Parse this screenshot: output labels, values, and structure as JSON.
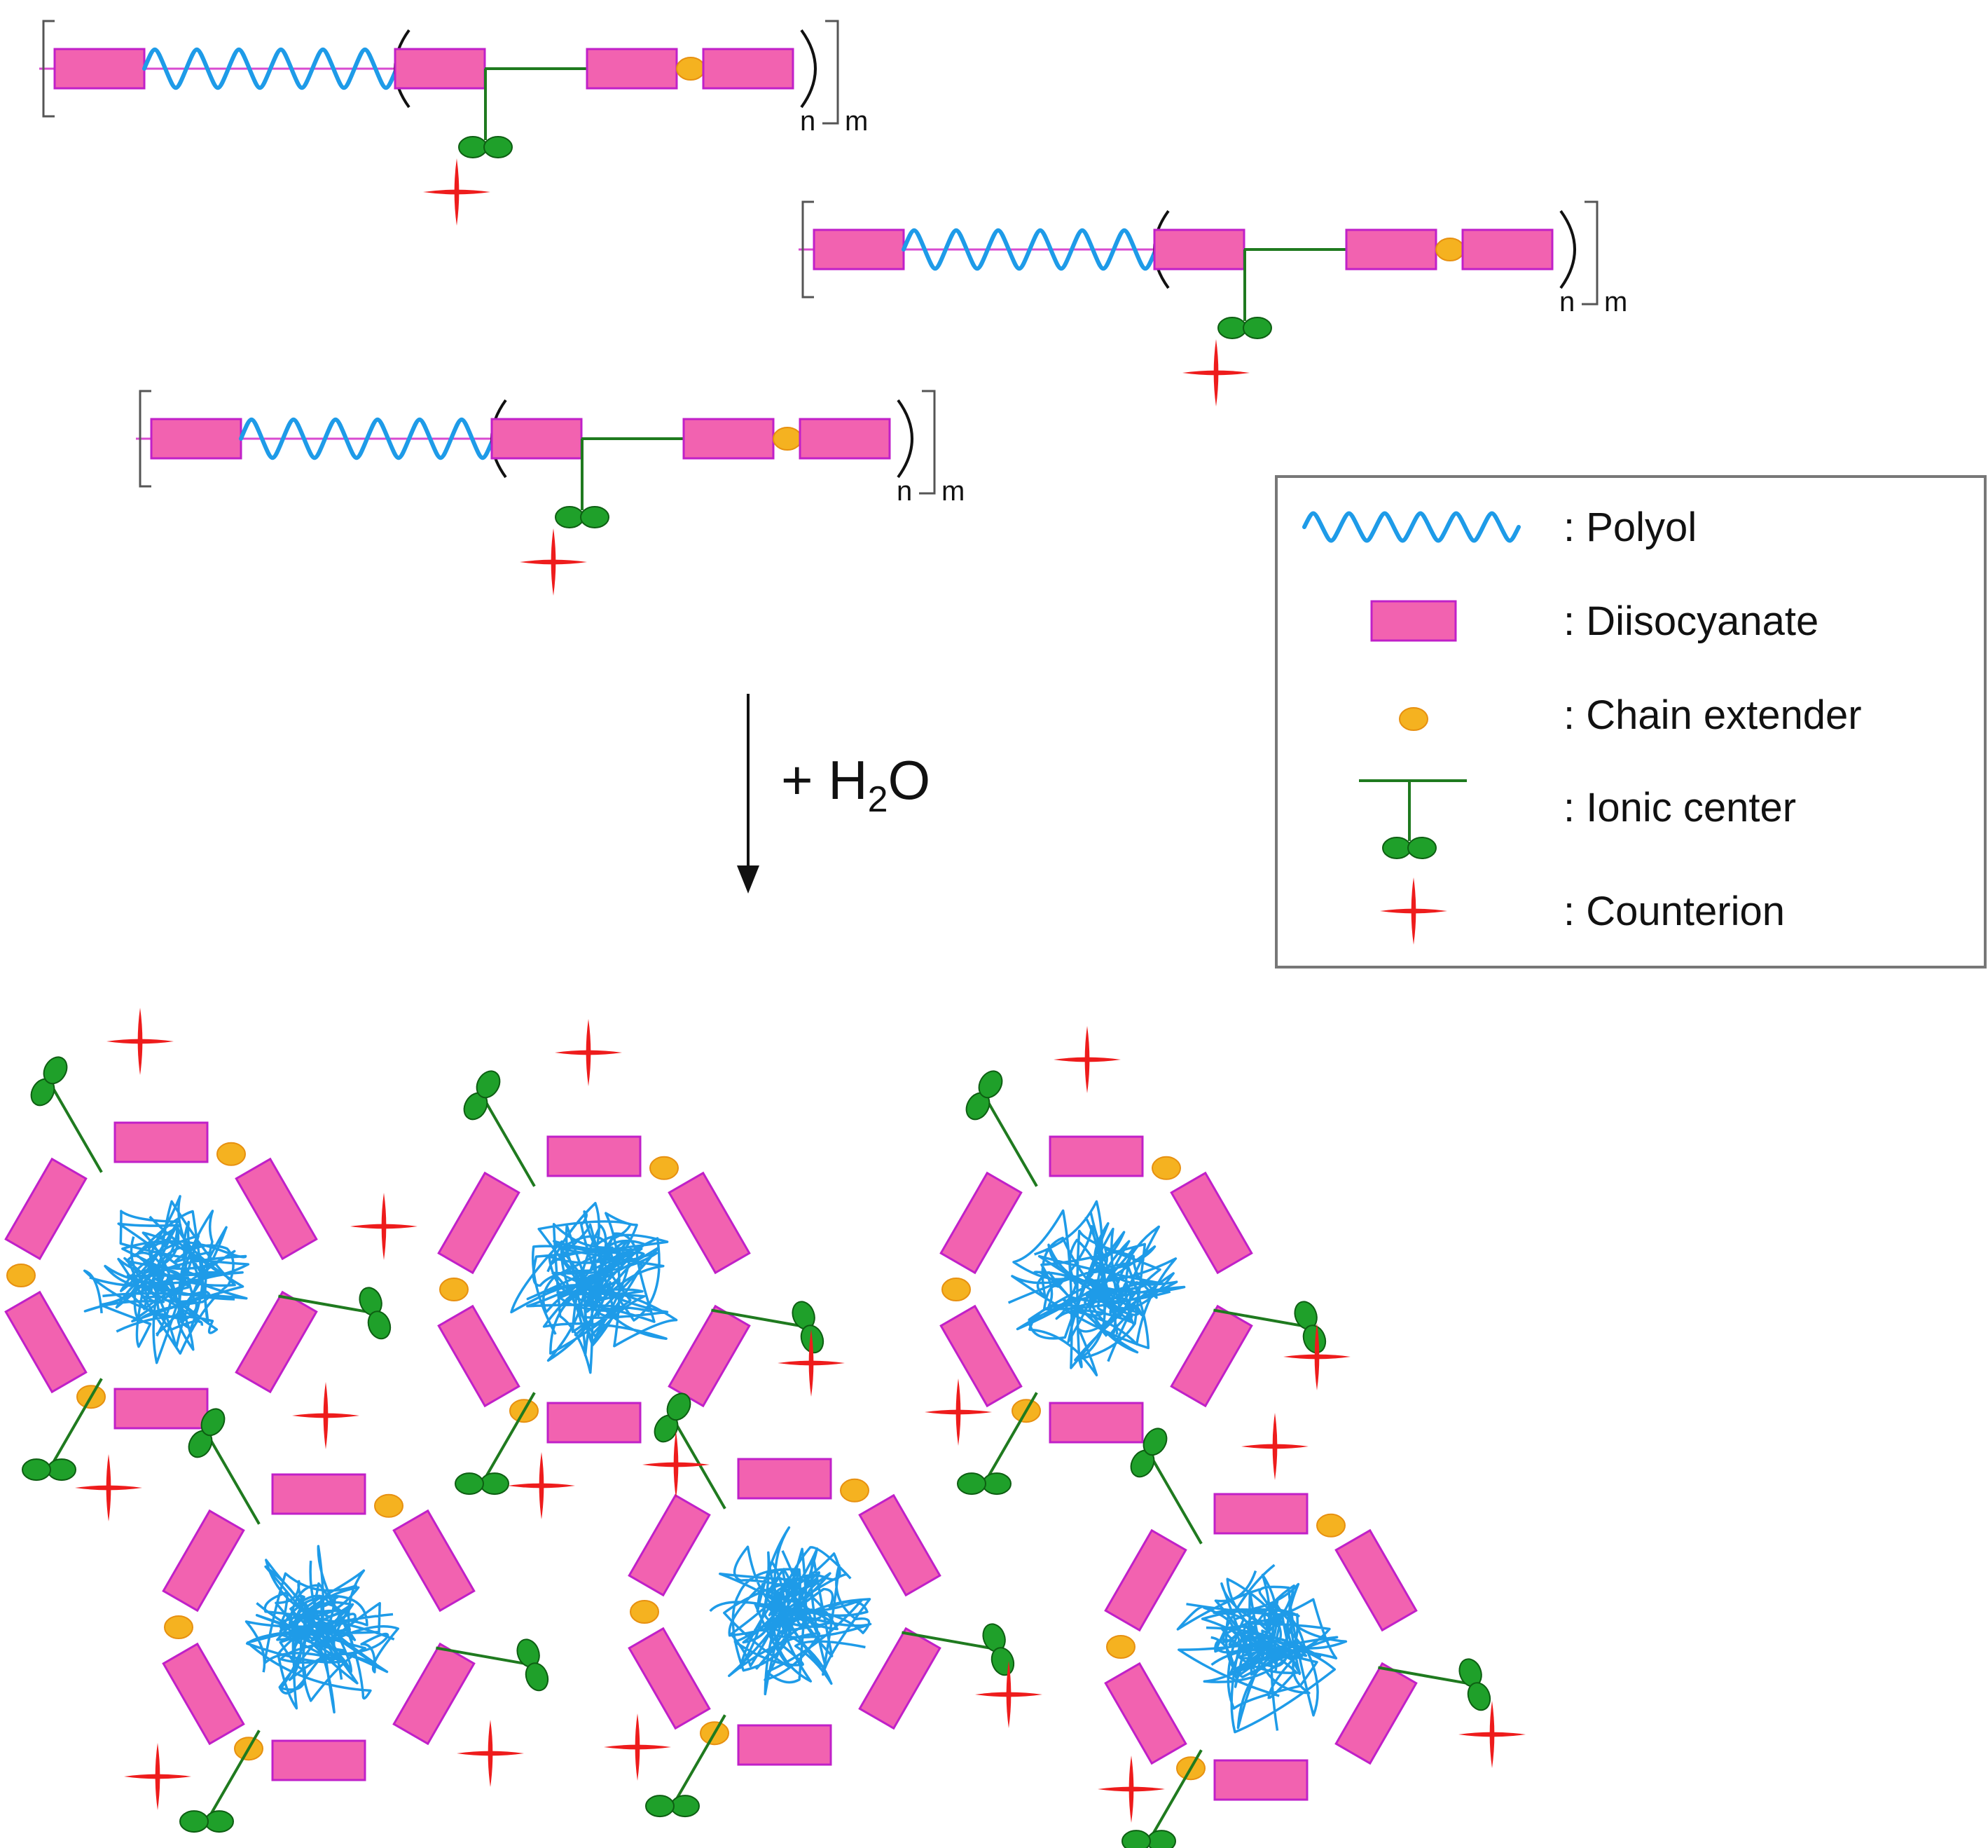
{
  "colors": {
    "polyol": "#1e9be8",
    "diisocyanate_fill": "#f262b0",
    "diisocyanate_stroke": "#c020c8",
    "chain_extender_fill": "#f5b220",
    "chain_extender_stroke": "#e79010",
    "ionic": "#1f7a1f",
    "ionic_bulb": "#1fa02a",
    "counterion": "#ee1c1c",
    "bracket": "#555555",
    "arrow": "#111111"
  },
  "chain": {
    "subscript_n": "n",
    "subscript_m": "m"
  },
  "reaction": {
    "label_prefix": "+ H",
    "label_subscript": "2",
    "label_suffix": "O"
  },
  "legend": {
    "items": [
      {
        "icon": "polyol-wave-icon",
        "label": ": Polyol"
      },
      {
        "icon": "diisocyanate-rect-icon",
        "label": ": Diisocyanate"
      },
      {
        "icon": "chain-extender-dot-icon",
        "label": ": Chain extender"
      },
      {
        "icon": "ionic-center-icon",
        "label": ": Ionic center"
      },
      {
        "icon": "counterion-plus-icon",
        "label": ": Counterion"
      }
    ]
  }
}
